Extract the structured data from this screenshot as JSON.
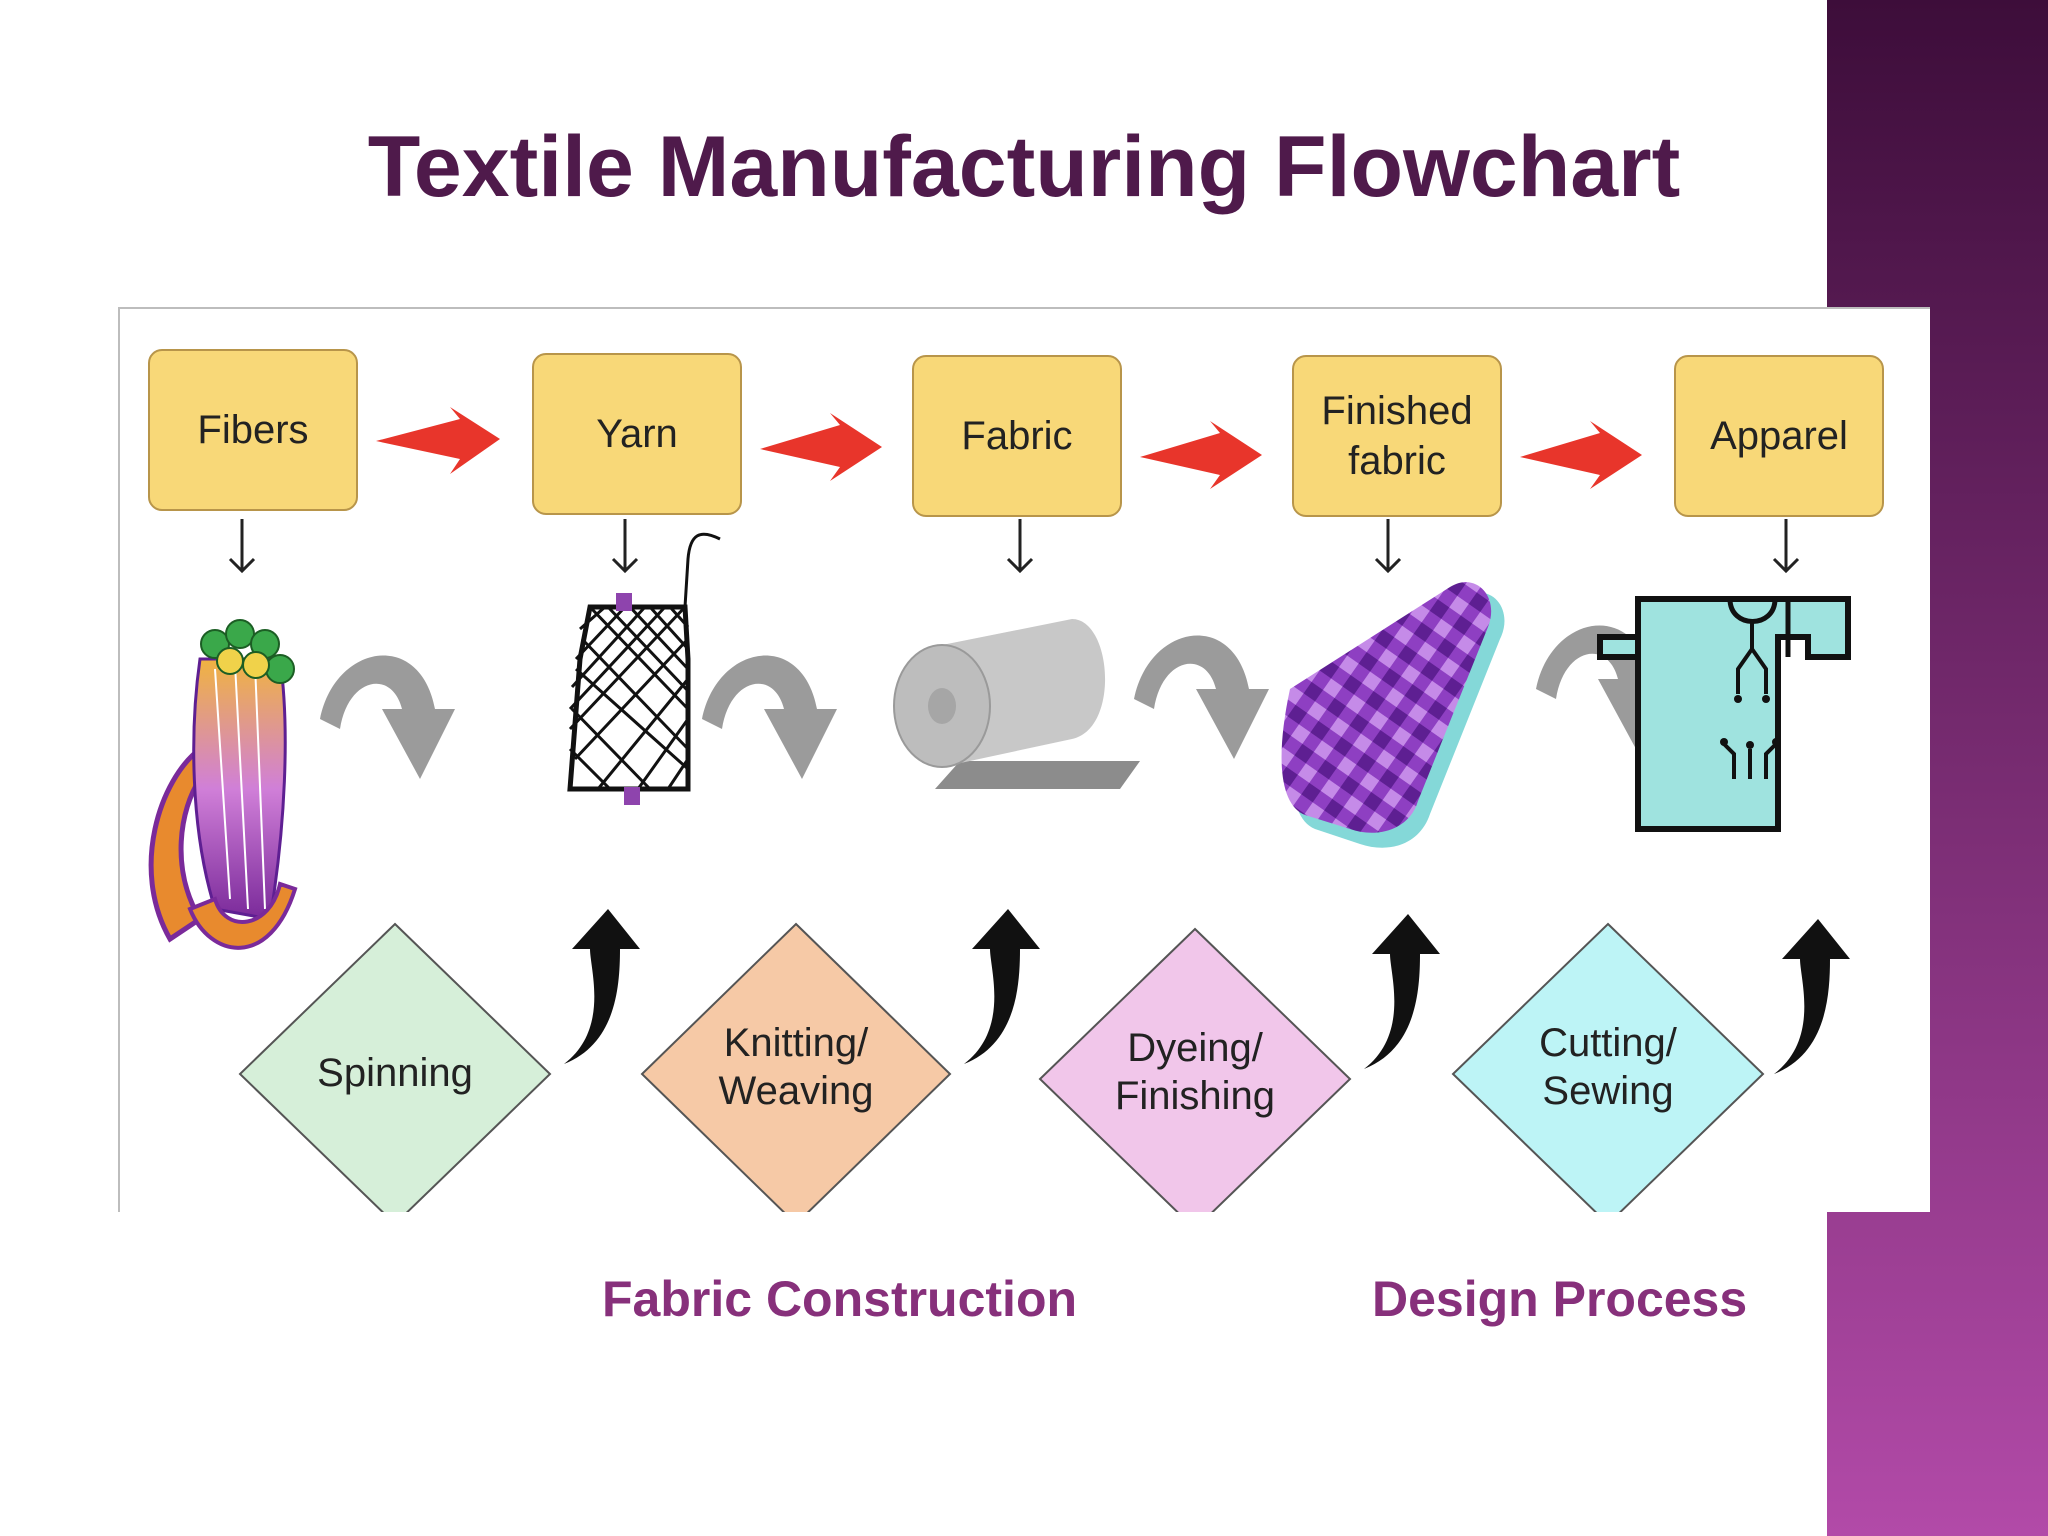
{
  "title": "Textile Manufacturing Flowchart",
  "colors": {
    "title": "#4f1a4b",
    "caption": "#87307b",
    "stage_fill": "#f8d878",
    "flow_arrow": "#e8352b",
    "transition_arrow": "#9b9b9b",
    "side_band_top": "#3d0d3a",
    "side_band_bottom": "#b24aa8"
  },
  "stages": [
    {
      "label": "Fibers",
      "icon": "fiber-strand-icon"
    },
    {
      "label": "Yarn",
      "icon": "yarn-cone-icon"
    },
    {
      "label": "Fabric",
      "icon": "fabric-roll-icon"
    },
    {
      "label": "Finished\nfabric",
      "icon": "patterned-fabric-icon"
    },
    {
      "label": "Apparel",
      "icon": "garment-icon"
    }
  ],
  "processes": [
    {
      "label": "Spinning",
      "color": "#d6efd9"
    },
    {
      "label": "Knitting/\nWeaving",
      "color": "#f6c9a6"
    },
    {
      "label": "Dyeing/\nFinishing",
      "color": "#f1c6ea"
    },
    {
      "label": "Cutting/\nSewing",
      "color": "#bdf4f6"
    }
  ],
  "captions": {
    "left": "Fabric Construction",
    "right": "Design Process"
  }
}
